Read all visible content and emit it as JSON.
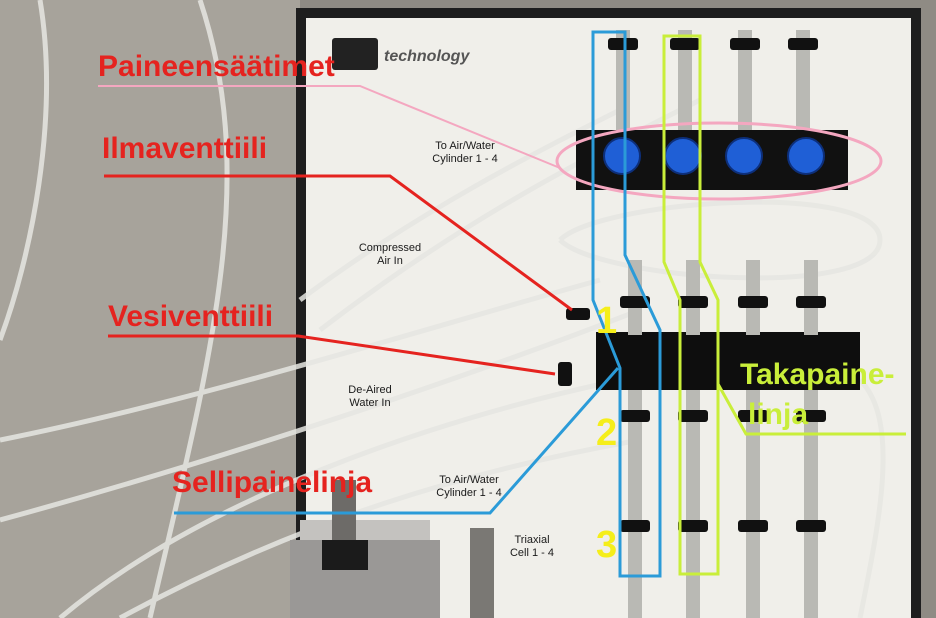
{
  "annotations": {
    "pressure_regulators": "Paineensäätimet",
    "air_valve": "Ilmaventtiili",
    "water_valve": "Vesiventtiili",
    "cell_pressure_line": "Sellipainelinja",
    "back_pressure_line_1": "Takapaine-",
    "back_pressure_line_2": "linja",
    "num_1": "1",
    "num_2": "2",
    "num_3": "3"
  },
  "panel_text": {
    "logo": "technology",
    "to_cyl_1": "To Air/Water",
    "to_cyl_2": "Cylinder 1 - 4",
    "compressed_1": "Compressed",
    "compressed_2": "Air In",
    "deaired_1": "De-Aired",
    "deaired_2": "Water In",
    "to_cyl_b_1": "To Air/Water",
    "to_cyl_b_2": "Cylinder 1 - 4",
    "triaxial_1": "Triaxial",
    "triaxial_2": "Cell 1 - 4"
  },
  "colors": {
    "annotation_red": "#e5231f",
    "annotation_blue": "#2b9bd8",
    "annotation_green": "#c9ee3a",
    "annotation_pink": "#f4a7c0",
    "number_yellow": "#f5ee1a"
  }
}
